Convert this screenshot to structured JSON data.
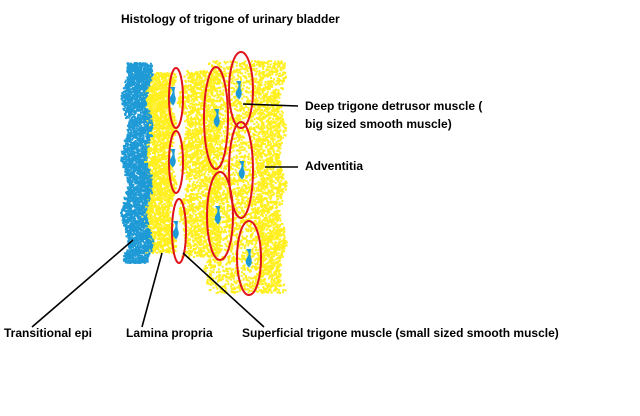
{
  "title": "Histology of trigone of urinary bladder",
  "labels": {
    "deep_muscle_line1": "Deep trigone detrusor muscle (",
    "deep_muscle_line2": "big sized smooth muscle)",
    "adventitia": "Adventitia",
    "transitional_epi": "Transitional epi",
    "lamina_propria": "Lamina propria",
    "superficial_muscle": "Superficial trigone muscle (small sized smooth muscle)"
  },
  "colors": {
    "epithelium": "#1e9ad6",
    "connective_tissue": "#ffef1f",
    "muscle_outline": "#e0121b",
    "nucleus": "#1e9ad6",
    "pointer_line": "#000000",
    "text": "#000000"
  }
}
